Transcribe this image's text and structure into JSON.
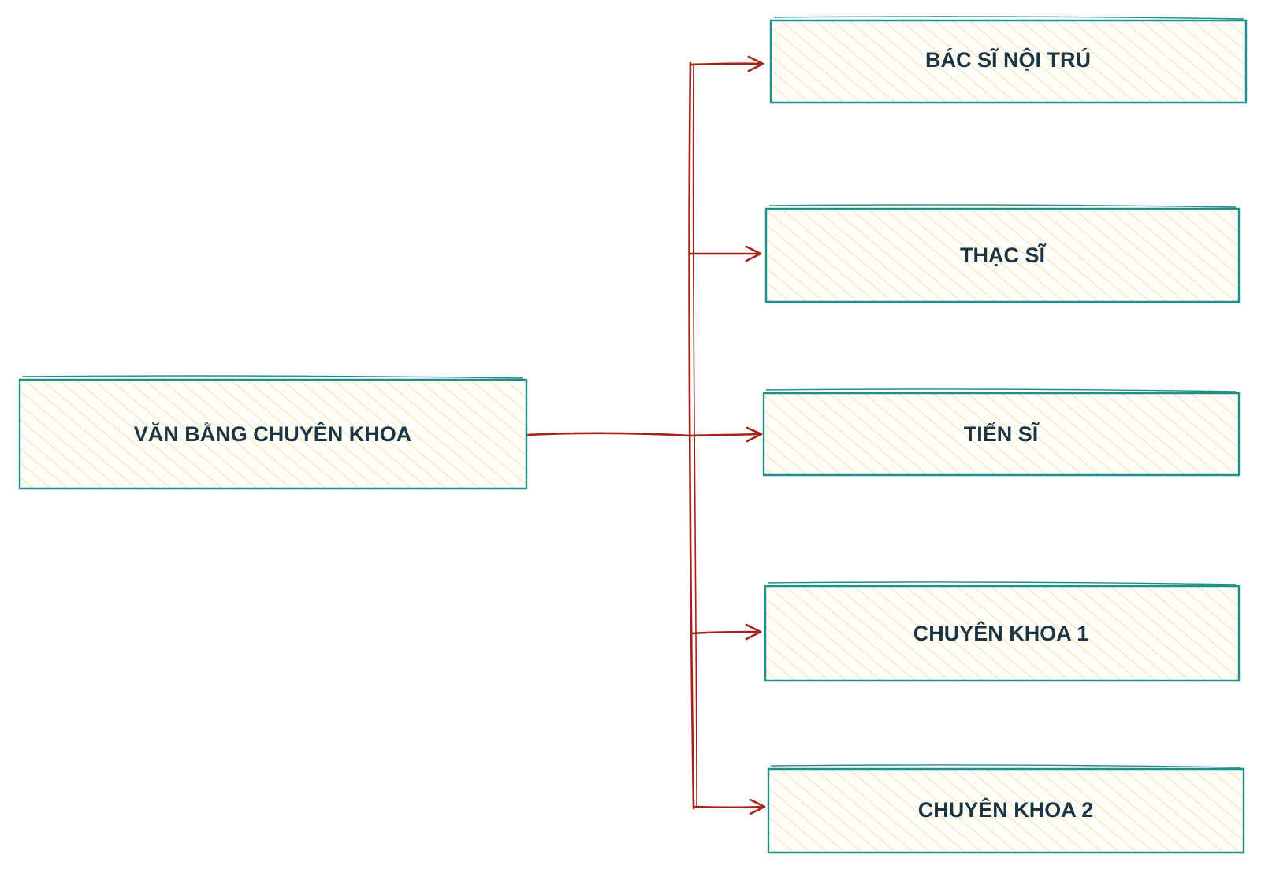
{
  "diagram": {
    "root": {
      "label": "VĂN BẰNG CHUYÊN KHOA"
    },
    "children": [
      {
        "label": "BÁC SĨ NỘI TRÚ"
      },
      {
        "label": "THẠC SĨ"
      },
      {
        "label": "TIẾN SĨ"
      },
      {
        "label": "CHUYÊN KHOA 1"
      },
      {
        "label": "CHUYÊN KHOA 2"
      }
    ]
  },
  "colors": {
    "box_border": "#1f8f8a",
    "box_hatch": "#f3dfb6",
    "box_fill": "#fffdf7",
    "arrow": "#a8201a",
    "text": "#1b3442"
  }
}
